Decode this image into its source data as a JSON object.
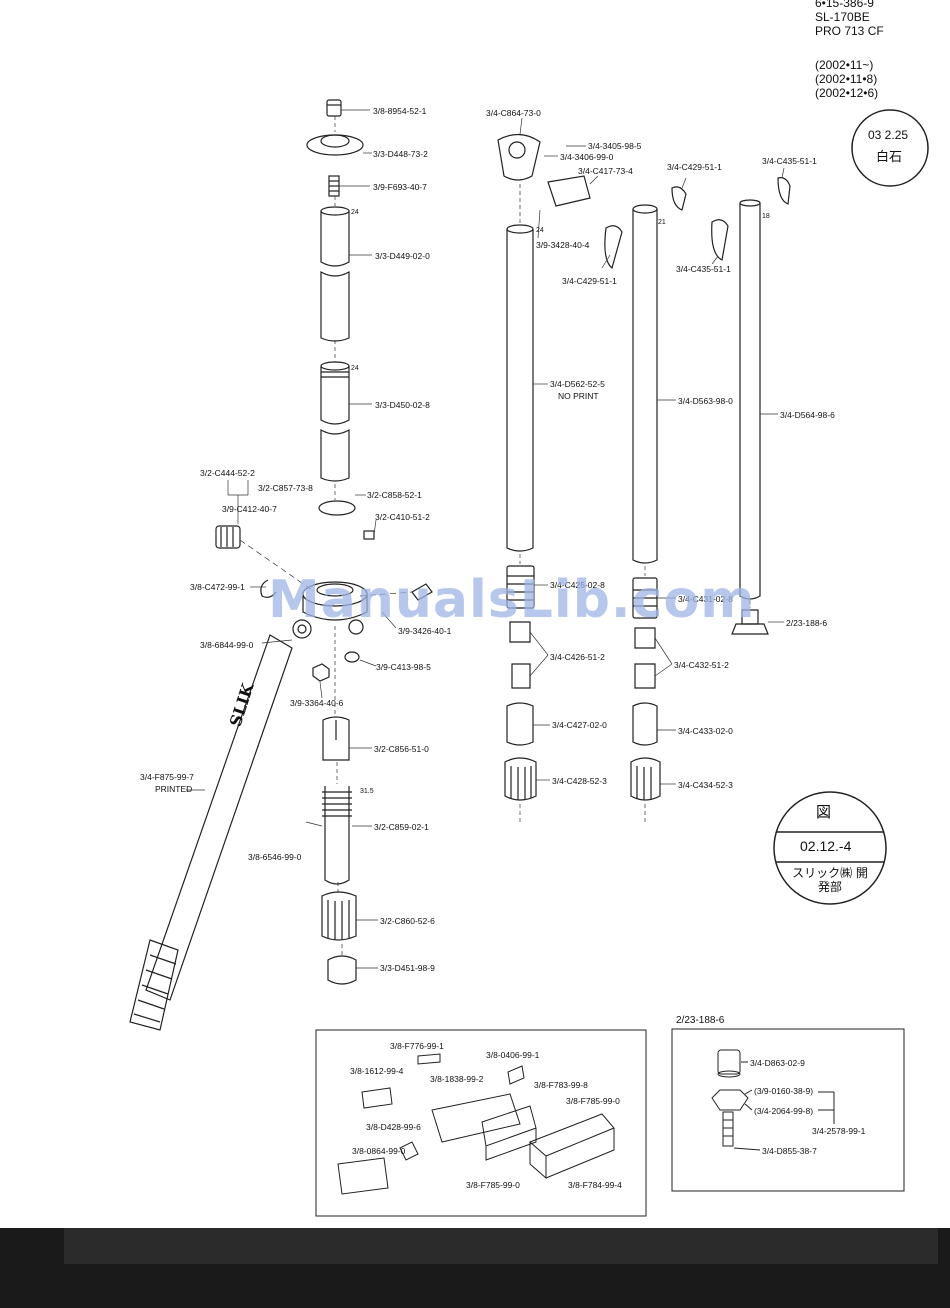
{
  "header": {
    "codes": [
      "6•15-386-9",
      "SL-170BE",
      "PRO 713 CF"
    ],
    "dates": [
      "(2002•11~)",
      "(2002•11•8)",
      "(2002•12•6)"
    ]
  },
  "stamps": {
    "top_date": "03 2.25",
    "top_place": "白石",
    "round_top": "図",
    "round_date": "02.12.-4",
    "round_bottom": "スリック㈱ 開発部"
  },
  "watermark": "ManualsLib.com",
  "labels": {
    "c1": [
      "3/8-8954-52-1",
      "3/3-D448-73-2",
      "3/9-F693-40-7",
      "3/3-D449-02-0",
      "3/3-D450-02-8",
      "3/2-C858-52-1",
      "3/2-C410-51-2",
      "3/2-C857-73-8",
      "3/2-C444-52-2",
      "3/9-C412-40-7",
      "3/8-C472-99-1",
      "3/8-6844-99-0",
      "3/9-3426-40-1",
      "3/9-C413-98-5",
      "3/9-3364-40-6",
      "3/2-C856-51-0",
      "3/4-F875-99-7",
      "PRINTED",
      "3/2-C859-02-1",
      "3/8-6546-99-0",
      "3/2-C860-52-6",
      "3/3-D451-98-9"
    ],
    "c2": [
      "3/4-C864-73-0",
      "3/4-3405-98-5",
      "3/4-3406-99-0",
      "3/4-C417-73-4",
      "3/9-3428-40-4",
      "3/4-C429-51-1",
      "3/4-D562-52-5",
      "NO PRINT",
      "3/4-C425-02-8",
      "3/4-C426-51-2",
      "3/4-C427-02-0",
      "3/4-C428-52-3"
    ],
    "c3": [
      "3/4-C429-51-1",
      "3/4-D563-98-0",
      "3/4-C431-02-8",
      "3/4-C432-51-2",
      "3/4-C433-02-0",
      "3/4-C434-52-3"
    ],
    "c4": [
      "3/4-C435-51-1",
      "3/4-C435-51-1",
      "3/4-D564-98-6",
      "2/23-188-6"
    ],
    "sizes": [
      "24",
      "24",
      "31.5",
      "24",
      "21",
      "18"
    ],
    "box1": [
      "3/8-F776-99-1",
      "3/8-1612-99-4",
      "3/8-1838-99-2",
      "3/8-0406-99-1",
      "3/8-F783-99-8",
      "3/8-F785-99-0",
      "3/8-D428-99-6",
      "3/8-0864-99-0",
      "3/8-F785-99-0",
      "3/8-F784-99-4"
    ],
    "box2_title": "2/23-188-6",
    "box2": [
      "3/4-D863-02-9",
      "(3/9-0160-38-9)",
      "(3/4-2064-99-8)",
      "3/4-2578-99-1",
      "3/4-D855-38-7"
    ]
  },
  "leg_printing": "SLIK"
}
